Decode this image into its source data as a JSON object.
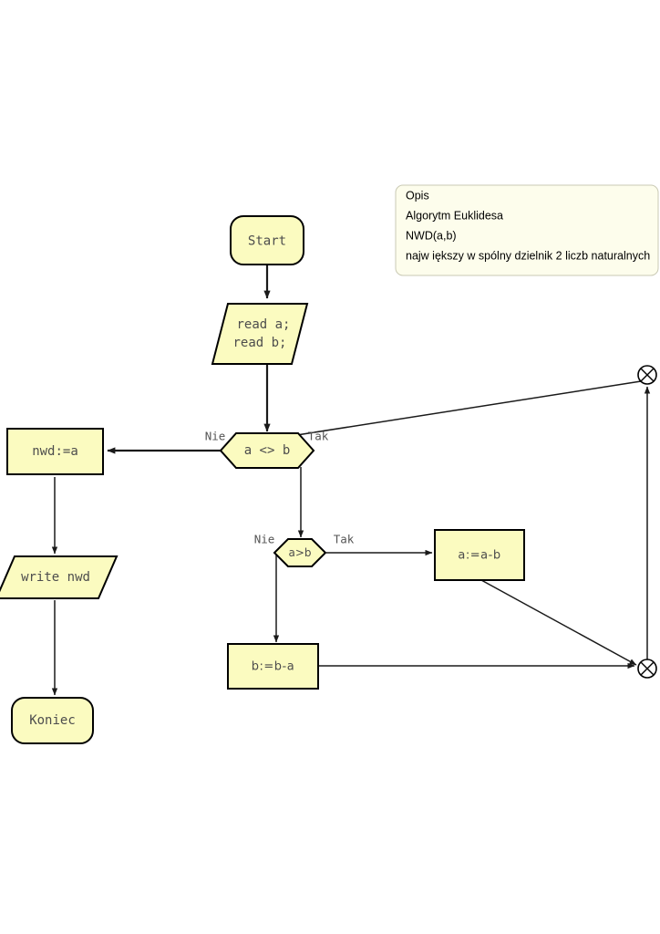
{
  "diagram": {
    "title": "Algorytm Euklidesa flowchart",
    "colors": {
      "node_fill": "#fbfbc0",
      "node_stroke": "#000000",
      "description_fill": "#fdfdec",
      "description_stroke": "#c9c9b4",
      "edge": "#1a1a1a",
      "text": "#4d4d4d",
      "canvas": "#ffffff"
    },
    "description_box": {
      "lines": [
        "Opis",
        "Algorytm Euklidesa",
        "NWD(a,b)",
        "najw iększy w spólny dzielnik 2 liczb naturalnych"
      ]
    },
    "nodes": {
      "start": {
        "label": "Start",
        "shape": "rounded-rectangle"
      },
      "read": {
        "line1": "read a;",
        "line2": "read b;",
        "shape": "parallelogram"
      },
      "decision_ab": {
        "label": "a <> b",
        "shape": "hexagon"
      },
      "assign_nwd": {
        "label": "nwd:=a",
        "shape": "rectangle"
      },
      "write_nwd": {
        "label": "write nwd",
        "shape": "parallelogram"
      },
      "end": {
        "label": "Koniec",
        "shape": "rounded-rectangle"
      },
      "decision_agtb": {
        "label": "a>b",
        "shape": "hexagon"
      },
      "assign_a": {
        "label": "a:=a-b",
        "shape": "rectangle"
      },
      "assign_b": {
        "label": "b:=b-a",
        "shape": "rectangle"
      },
      "connector_top": {
        "label": "",
        "shape": "circle-cross"
      },
      "connector_bottom": {
        "label": "",
        "shape": "circle-cross"
      }
    },
    "edge_labels": {
      "ab_nie": "Nie",
      "ab_tak": "Tak",
      "agtb_nie": "Nie",
      "agtb_tak": "Tak"
    }
  }
}
